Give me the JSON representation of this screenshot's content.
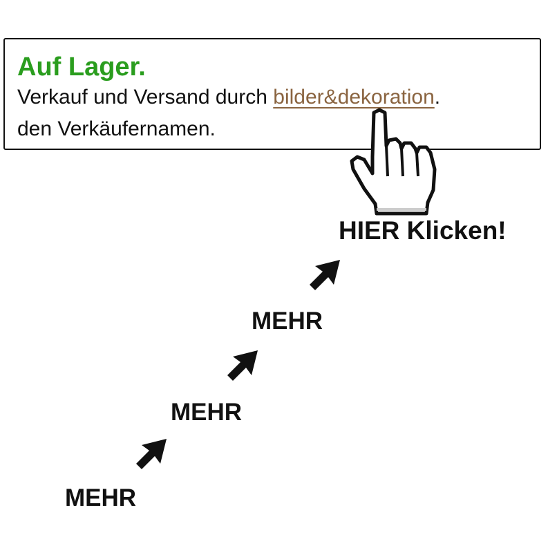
{
  "stock": {
    "availability": "Auf Lager.",
    "sold_by_prefix": "Verkauf und Versand durch ",
    "seller_name": "bilder&dekoration",
    "sold_by_suffix": ".",
    "second_line": "den Verkäufernamen."
  },
  "cta": {
    "main": "HIER Klicken!",
    "steps": [
      "MEHR",
      "MEHR",
      "MEHR"
    ]
  },
  "colors": {
    "availability": "#2a9d1e",
    "seller_link": "#8a6440",
    "text": "#111111"
  },
  "icons": {
    "cursor": "hand-pointer-icon",
    "arrows": "arrow-up-right-icon"
  }
}
